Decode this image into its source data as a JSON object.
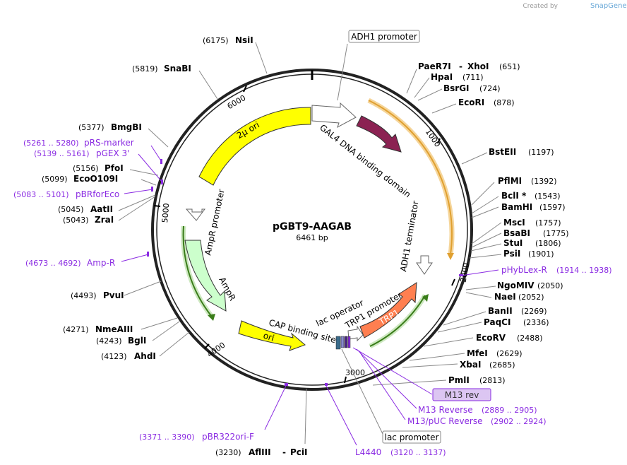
{
  "plasmid": {
    "name": "pGBT9-AAGAB",
    "length": "6461 bp"
  },
  "credit": {
    "text": "Created by",
    "brand": "SnapGene"
  },
  "ruler": [
    "1000",
    "2000",
    "3000",
    "4000",
    "5000",
    "6000"
  ],
  "enzymes_right": [
    {
      "name": "PaeR7I",
      "name2": "XhoI",
      "pos": "(651)"
    },
    {
      "name": "HpaI",
      "pos": "(711)"
    },
    {
      "name": "BsrGI",
      "pos": "(724)"
    },
    {
      "name": "EcoRI",
      "pos": "(878)"
    },
    {
      "name": "BstEII",
      "pos": "(1197)"
    },
    {
      "name": "PflMI",
      "pos": "(1392)"
    },
    {
      "name": "BclI *",
      "pos": "(1543)"
    },
    {
      "name": "BamHI",
      "pos": "(1597)"
    },
    {
      "name": "MscI",
      "pos": "(1757)"
    },
    {
      "name": "BsaBI",
      "pos": "(1775)"
    },
    {
      "name": "StuI",
      "pos": "(1806)"
    },
    {
      "name": "PsiI",
      "pos": "(1901)"
    },
    {
      "name": "NgoMIV",
      "pos": "(2050)"
    },
    {
      "name": "NaeI",
      "pos": "(2052)"
    },
    {
      "name": "BanII",
      "pos": "(2269)"
    },
    {
      "name": "PaqCI",
      "pos": "(2336)"
    },
    {
      "name": "EcoRV",
      "pos": "(2488)"
    },
    {
      "name": "MfeI",
      "pos": "(2629)"
    },
    {
      "name": "XbaI",
      "pos": "(2685)"
    },
    {
      "name": "PmlI",
      "pos": "(2813)"
    }
  ],
  "enzymes_left": [
    {
      "name": "NsiI",
      "pos": "(6175)"
    },
    {
      "name": "SnaBI",
      "pos": "(5819)"
    },
    {
      "name": "BmgBI",
      "pos": "(5377)"
    },
    {
      "name": "PfoI",
      "pos": "(5156)"
    },
    {
      "name": "EcoO109I",
      "pos": "(5099)"
    },
    {
      "name": "AatII",
      "pos": "(5045)"
    },
    {
      "name": "ZraI",
      "pos": "(5043)"
    },
    {
      "name": "PvuI",
      "pos": "(4493)"
    },
    {
      "name": "NmeAIII",
      "pos": "(4271)"
    },
    {
      "name": "BglI",
      "pos": "(4243)"
    },
    {
      "name": "AhdI",
      "pos": "(4123)"
    },
    {
      "name": "AflIII",
      "name2": "PciI",
      "pos": "(3230)"
    }
  ],
  "primers": [
    {
      "name": "pHybLex-R",
      "pos": "(1914 .. 1938)"
    },
    {
      "name": "M13 rev"
    },
    {
      "name": "M13 Reverse",
      "pos": "(2889 .. 2905)"
    },
    {
      "name": "M13/pUC Reverse",
      "pos": "(2902 .. 2924)"
    },
    {
      "name": "L4440",
      "pos": "(3120 .. 3137)"
    },
    {
      "name": "pBR322ori-F",
      "pos": "(3371 .. 3390)"
    },
    {
      "name": "Amp-R",
      "pos": "(4673 .. 4692)"
    },
    {
      "name": "pBRforEco",
      "pos": "(5083 .. 5101)"
    },
    {
      "name": "pGEX 3'",
      "pos": "(5139 .. 5161)"
    },
    {
      "name": "pRS-marker",
      "pos": "(5261 .. 5280)"
    }
  ],
  "features": {
    "adh1_promoter": "ADH1 promoter",
    "gal4": "GAL4 DNA binding domain",
    "adh1_terminator": "ADH1 terminator",
    "trp1": "TRP1",
    "trp1_promoter": "TRP1 promoter",
    "lac_operator": "lac operator",
    "cap_site": "CAP binding site",
    "ori": "ori",
    "ampr": "AmpR",
    "ampr_promoter": "AmpR promoter",
    "two_micron": "2μ ori",
    "lac_promoter": "lac promoter"
  },
  "colors": {
    "backbone": "#222222",
    "two_micron": "#ffff00",
    "gal4": "#8b2252",
    "trp1": "#ff7f50",
    "ampr": "#ccffcc",
    "ori": "#ffff00",
    "primer": "#8a2be2",
    "orange_arc": "#e0a030",
    "green_arc": "#3a7d1a"
  }
}
